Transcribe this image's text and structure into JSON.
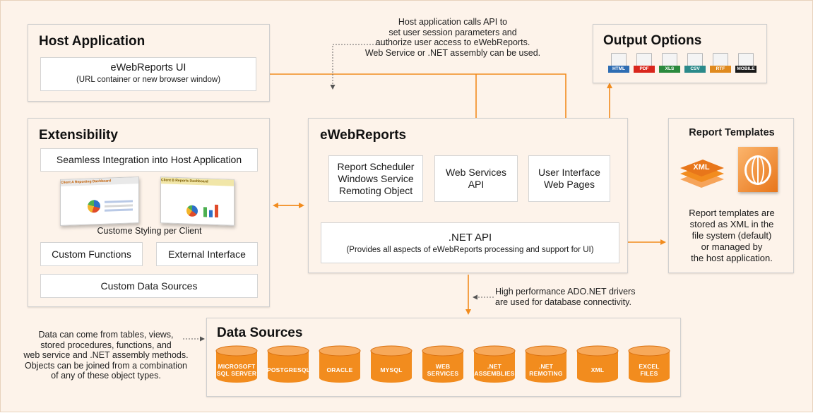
{
  "host_note": [
    "Host application calls API to",
    "set user session parameters and",
    "authorize user access to eWebReports.",
    "Web Service or .NET assembly can be used."
  ],
  "host_application": {
    "title": "Host Application",
    "ui_box": {
      "line1": "eWebReports UI",
      "line2": "(URL container or new browser window)"
    }
  },
  "output_options": {
    "title": "Output Options",
    "formats": [
      {
        "label": "HTML",
        "color": "#2e6db3"
      },
      {
        "label": "PDF",
        "color": "#d9261c"
      },
      {
        "label": "XLS",
        "color": "#2b8a3e"
      },
      {
        "label": "CSV",
        "color": "#2b8a8a"
      },
      {
        "label": "RTF",
        "color": "#e08a1e"
      },
      {
        "label": "MOBILE",
        "color": "#1a1a1a"
      }
    ]
  },
  "extensibility": {
    "title": "Extensibility",
    "integration": "Seamless Integration into Host Application",
    "styling_caption": "Custome Styling per Client",
    "thumb1_title": "Client A Reporting Dashboard",
    "thumb2_title": "Client B Reports Dashboard",
    "custom_functions": "Custom Functions",
    "external_interface": "External Interface",
    "custom_data_sources": "Custom Data Sources"
  },
  "ewebreports": {
    "title": "eWebReports",
    "scheduler": [
      "Report Scheduler",
      "Windows Service",
      "Remoting Object"
    ],
    "web_services": [
      "Web Services",
      "API"
    ],
    "ui_pages": [
      "User Interface",
      "Web Pages"
    ],
    "net_api": {
      "line1": ".NET API",
      "line2": "(Provides all aspects of eWebReports processing and support for UI)"
    }
  },
  "report_templates": {
    "title": "Report Templates",
    "xml_label": "XML",
    "description": [
      "Report templates are",
      "stored as XML in the",
      "file system (default)",
      "or managed by",
      "the host application."
    ]
  },
  "driver_note": [
    "High performance ADO.NET drivers",
    "are used for database connectivity."
  ],
  "data_note": [
    "Data can come from tables, views,",
    "stored procedures, functions, and",
    "web service and .NET assembly methods.",
    "Objects can be joined from a combination",
    "of any of these object types."
  ],
  "data_sources": {
    "title": "Data Sources",
    "items": [
      [
        "MICROSOFT",
        "SQL SERVER"
      ],
      [
        "POSTGRESQL"
      ],
      [
        "ORACLE"
      ],
      [
        "MYSQL"
      ],
      [
        "WEB",
        "SERVICES"
      ],
      [
        ".NET",
        "ASSEMBLIES"
      ],
      [
        ".NET",
        "REMOTING"
      ],
      [
        "XML"
      ],
      [
        "EXCEL",
        "FILES"
      ]
    ]
  },
  "colors": {
    "accent": "#f28c1e",
    "accent_dark": "#d9700f",
    "background": "#fdf3ea"
  }
}
